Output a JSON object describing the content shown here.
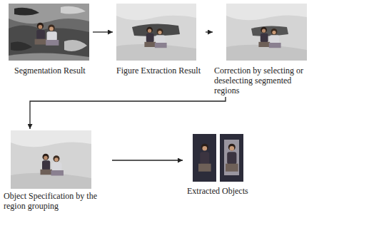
{
  "diagram": {
    "nodes": [
      {
        "text": [
          "Segmentation Result"
        ]
      },
      {
        "text": [
          "Figure Extraction Result"
        ]
      },
      {
        "text": [
          "Correction by selecting or deselecting segmented regions"
        ]
      },
      {
        "text": [
          "Object Specification by the region grouping"
        ]
      },
      {
        "text": [
          "Extracted Objects"
        ]
      }
    ],
    "edges": [
      {
        "from": 0,
        "to": 1,
        "arrow": "to"
      },
      {
        "from": 1,
        "to": 2,
        "arrow": "to"
      },
      {
        "from": 2,
        "to": 3,
        "arrow": "to"
      },
      {
        "from": 3,
        "to": 4,
        "arrow": "to"
      }
    ]
  }
}
